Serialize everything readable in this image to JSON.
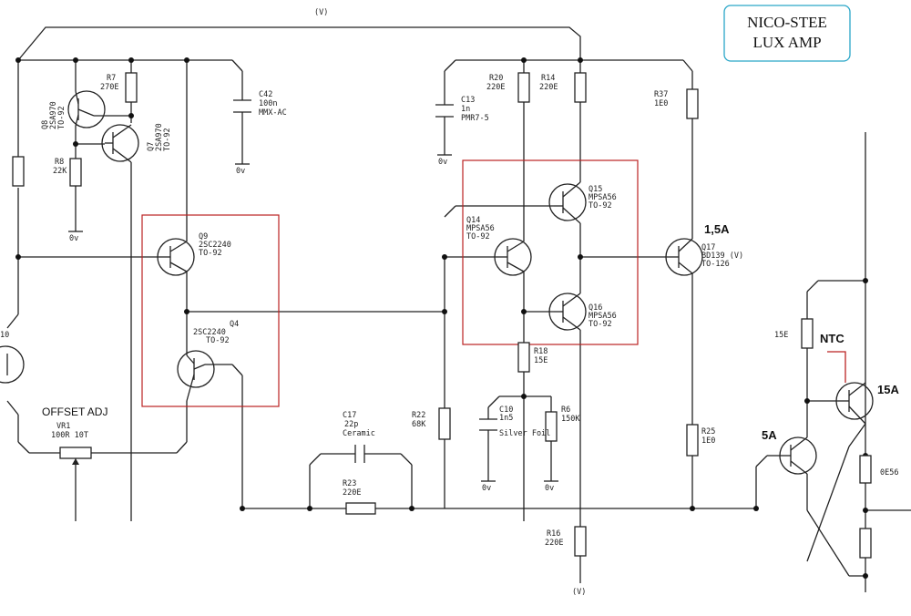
{
  "title_box": {
    "line1": "NICO-STEE",
    "line2": "LUX AMP"
  },
  "rails": {
    "top": "(V)",
    "bottom": "(V)"
  },
  "offset_adj": "OFFSET ADJ",
  "ground": "0v",
  "annotations": {
    "q17_current": "1,5A",
    "ntc": "NTC",
    "out15": "15A",
    "out5": "5A"
  },
  "components": {
    "q8": [
      "Q8",
      "2SA970",
      "TO-92"
    ],
    "r7": [
      "R7",
      "270E"
    ],
    "q7": [
      "Q7",
      "2SA970",
      "TO-92"
    ],
    "r8": [
      "R8",
      "22K"
    ],
    "c42": [
      "C42",
      "100n",
      "MMX-AC"
    ],
    "q9": [
      "Q9",
      "2SC2240",
      "TO-92"
    ],
    "q4": [
      "Q4",
      "2SC2240",
      "TO-92"
    ],
    "q10_part": "10",
    "vr1": [
      "VR1",
      "100R 10T"
    ],
    "c17": [
      "C17",
      "22p",
      "Ceramic"
    ],
    "r23": [
      "R23",
      "220E"
    ],
    "r22": [
      "R22",
      "68K"
    ],
    "r20": [
      "R20",
      "220E"
    ],
    "r14": [
      "R14",
      "220E"
    ],
    "c13": [
      "C13",
      "1n",
      "PMR7-5"
    ],
    "q15": [
      "Q15",
      "MPSA56",
      "TO-92"
    ],
    "q14": [
      "Q14",
      "MPSA56",
      "TO-92"
    ],
    "q16": [
      "Q16",
      "MPSA56",
      "TO-92"
    ],
    "r18": [
      "R18",
      "15E"
    ],
    "c10": [
      "C10",
      "1n5",
      "Silver Foil"
    ],
    "r6": [
      "R6",
      "150K"
    ],
    "r16": [
      "R16",
      "220E"
    ],
    "r37": [
      "R37",
      "1E0"
    ],
    "q17": [
      "Q17",
      "BD139 (V)",
      "TO-126"
    ],
    "r25": [
      "R25",
      "1E0"
    ],
    "r15e": "15E",
    "r0e56": "0E56"
  }
}
